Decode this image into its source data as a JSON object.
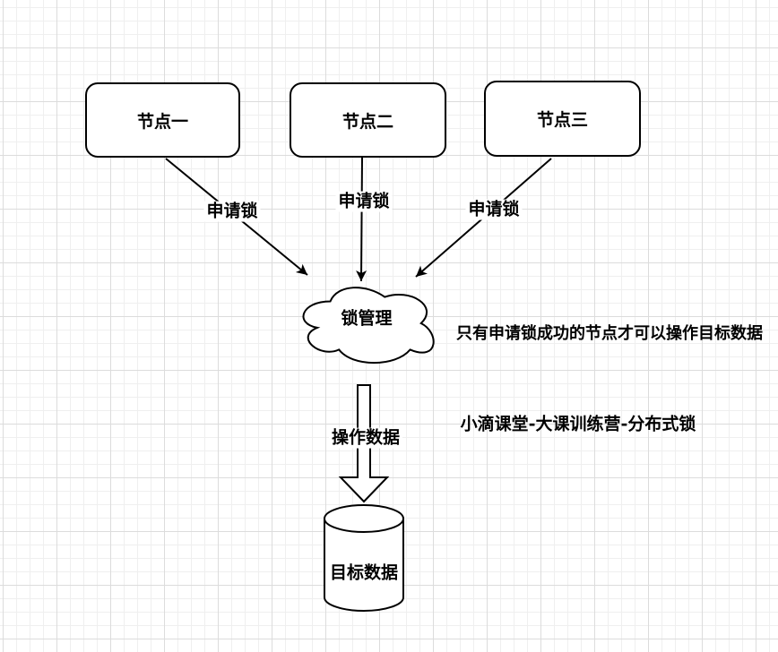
{
  "nodes": [
    {
      "label": "节点一"
    },
    {
      "label": "节点二"
    },
    {
      "label": "节点三"
    }
  ],
  "cloud": {
    "label": "锁管理"
  },
  "database": {
    "label": "目标数据"
  },
  "edges": {
    "request_lock": [
      "申请锁",
      "申请锁",
      "申请锁"
    ],
    "operate_data": "操作数据"
  },
  "notes": {
    "rule": "只有申请锁成功的节点才可以操作目标数据",
    "watermark": "小滴课堂-大课训练营-分布式锁"
  },
  "colors": {
    "stroke": "#000000",
    "shape_fill": "#ffffff",
    "text": "#000000",
    "grid_minor": "#efefef",
    "grid_major": "#dcdcdc",
    "background": "#ffffff"
  }
}
